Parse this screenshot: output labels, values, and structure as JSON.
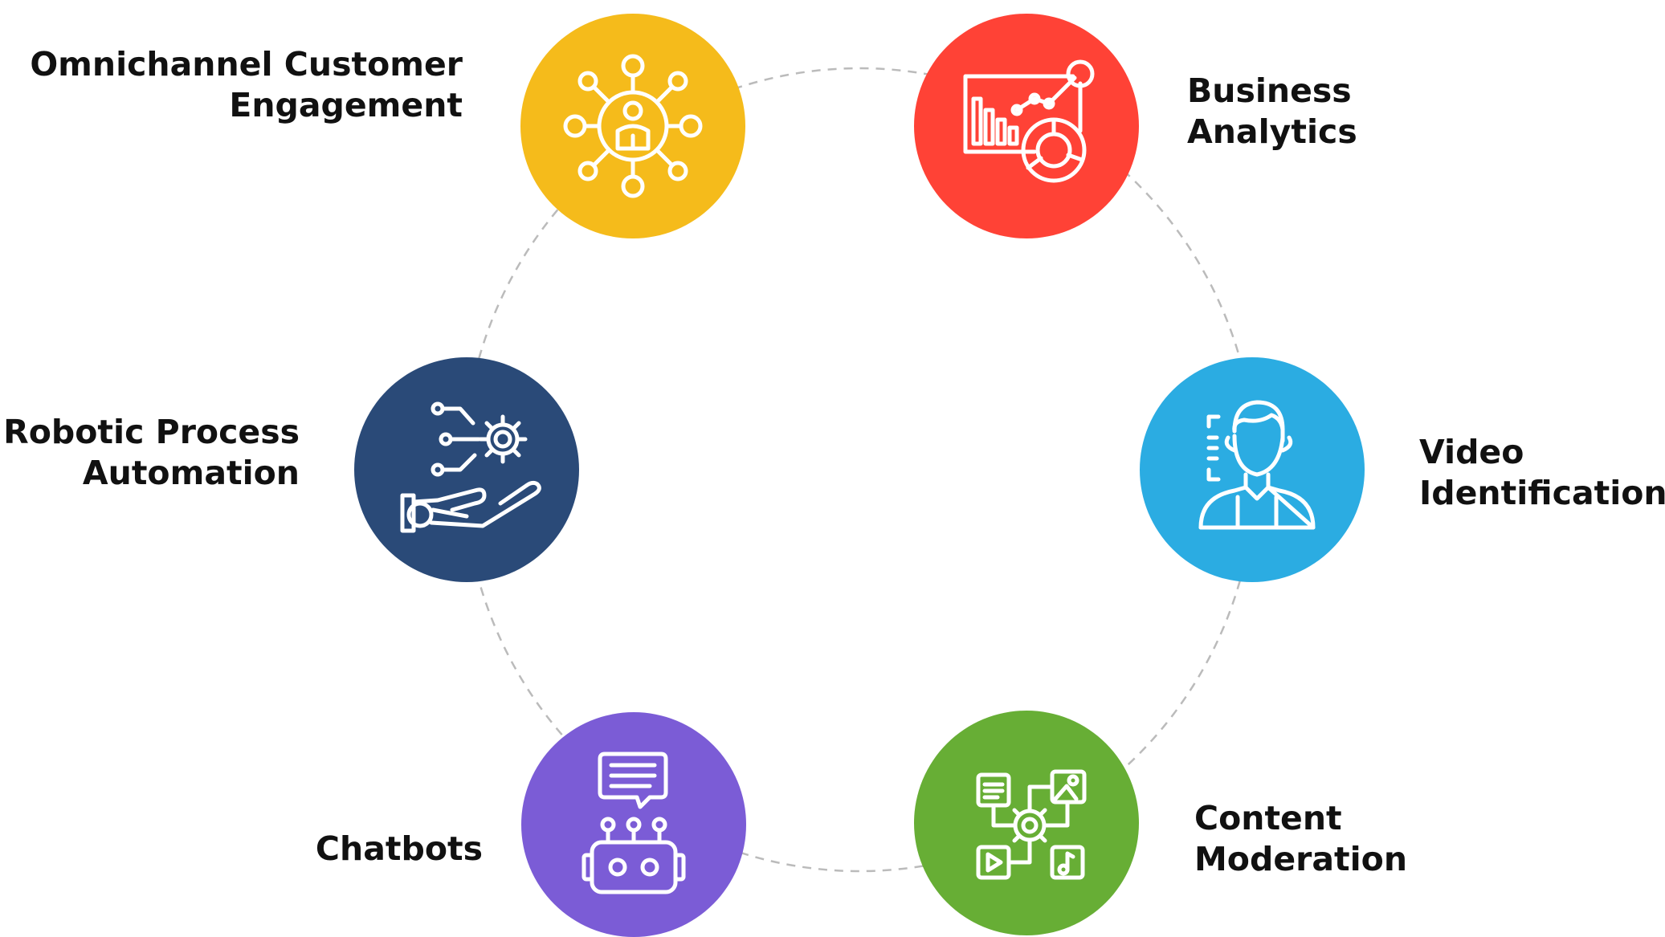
{
  "diagram": {
    "nodes": [
      {
        "id": "omni",
        "label_lines": [
          "Omnichannel Customer",
          "Engagement"
        ],
        "color": "#F5BB1B",
        "icon": "people-network-icon"
      },
      {
        "id": "biz",
        "label_lines": [
          "Business",
          "Analytics"
        ],
        "color": "#FF4236",
        "icon": "analytics-dashboard-icon"
      },
      {
        "id": "rpa",
        "label_lines": [
          "Robotic Process",
          "Automation"
        ],
        "color": "#2A4A78",
        "icon": "robotic-hand-gear-icon"
      },
      {
        "id": "video",
        "label_lines": [
          "Video",
          "Identification"
        ],
        "color": "#2BACE2",
        "icon": "face-scan-icon"
      },
      {
        "id": "chat",
        "label_lines": [
          "Chatbots"
        ],
        "color": "#7B5CD6",
        "icon": "chatbot-icon"
      },
      {
        "id": "content",
        "label_lines": [
          "Content",
          "Moderation"
        ],
        "color": "#67AE35",
        "icon": "media-gear-icon"
      }
    ],
    "ring_color": "#BBBBBB",
    "icon_stroke_color": "#FFFFFF"
  }
}
